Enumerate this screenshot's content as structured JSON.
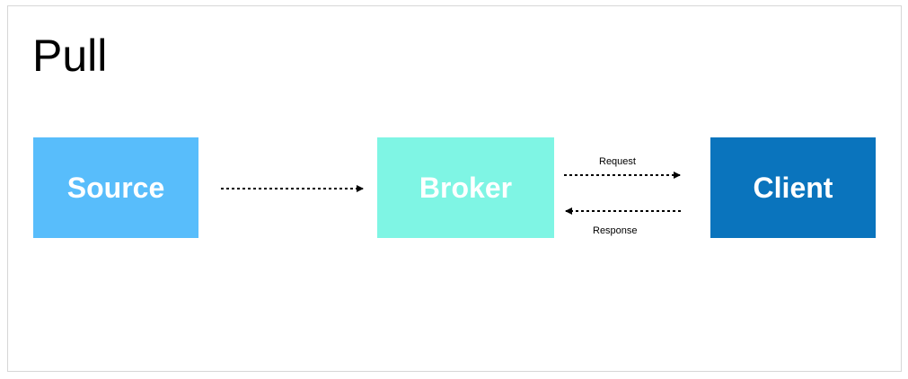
{
  "title": "Pull",
  "nodes": {
    "source": {
      "label": "Source",
      "color": "#58bdfb"
    },
    "broker": {
      "label": "Broker",
      "color": "#7ff5e4"
    },
    "client": {
      "label": "Client",
      "color": "#0a74bd"
    }
  },
  "edges": {
    "request_label": "Request",
    "response_label": "Response"
  }
}
